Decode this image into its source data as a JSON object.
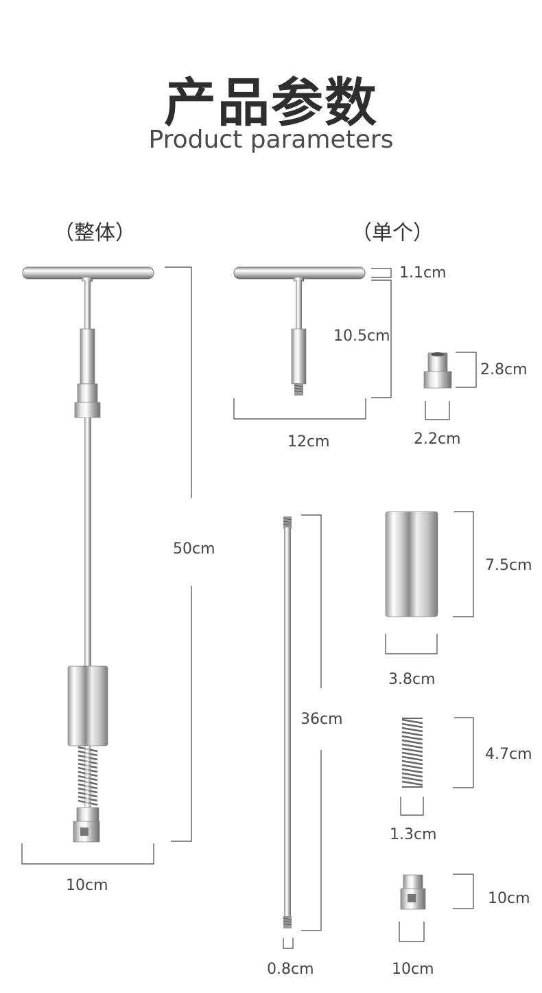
{
  "title": {
    "cn": "产品参数",
    "en": "Product parameters"
  },
  "sections": {
    "whole": "（整体）",
    "single": "（单个）"
  },
  "dimensions": {
    "whole_height": "50cm",
    "whole_width": "10cm",
    "handle_thickness": "1.1cm",
    "handle_height": "10.5cm",
    "handle_width": "12cm",
    "nut_height": "2.8cm",
    "nut_width": "2.2cm",
    "rod_length": "36cm",
    "rod_diameter": "0.8cm",
    "weight_height": "7.5cm",
    "weight_width": "3.8cm",
    "spring_height": "4.7cm",
    "spring_width": "1.3cm",
    "tip_height": "10cm",
    "tip_width": "10cm"
  },
  "colors": {
    "line": "#444444",
    "metal_dark": "#8c8c8c",
    "metal_light": "#f4f4f4"
  }
}
